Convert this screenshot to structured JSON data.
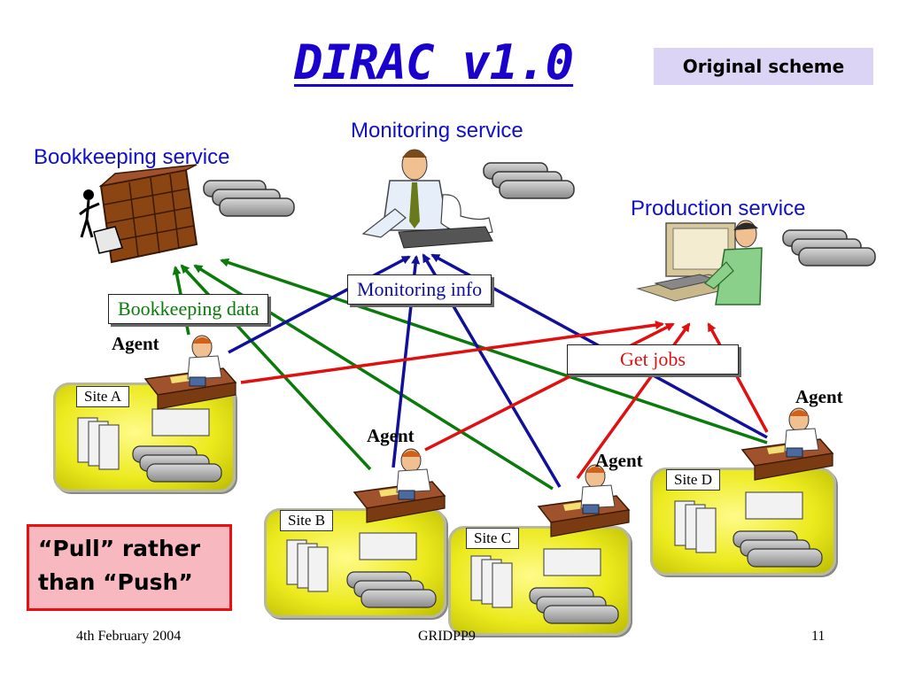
{
  "title": "DIRAC v1.0",
  "scheme_tag": "Original scheme",
  "services": {
    "bookkeeping": "Bookkeeping service",
    "monitoring": "Monitoring service",
    "production": "Production service"
  },
  "flows": {
    "bookkeeping_data": "Bookkeeping data",
    "monitoring_info": "Monitoring info",
    "get_jobs": "Get jobs"
  },
  "agent_label": "Agent",
  "sites": [
    "Site A",
    "Site B",
    "Site C",
    "Site D"
  ],
  "callout": {
    "line1": "“Pull” rather",
    "line2": "than “Push”"
  },
  "footer": {
    "date": "4th February 2004",
    "event": "GRIDPP9",
    "page": "11"
  },
  "colors": {
    "bookkeeping_arrow": "#0a7a0a",
    "monitoring_arrow": "#10109a",
    "get_jobs_arrow": "#e01010",
    "title": "#1a00cc",
    "scheme_tag_bg": "#dcd4f4",
    "site_bg": "#ecea1e"
  }
}
